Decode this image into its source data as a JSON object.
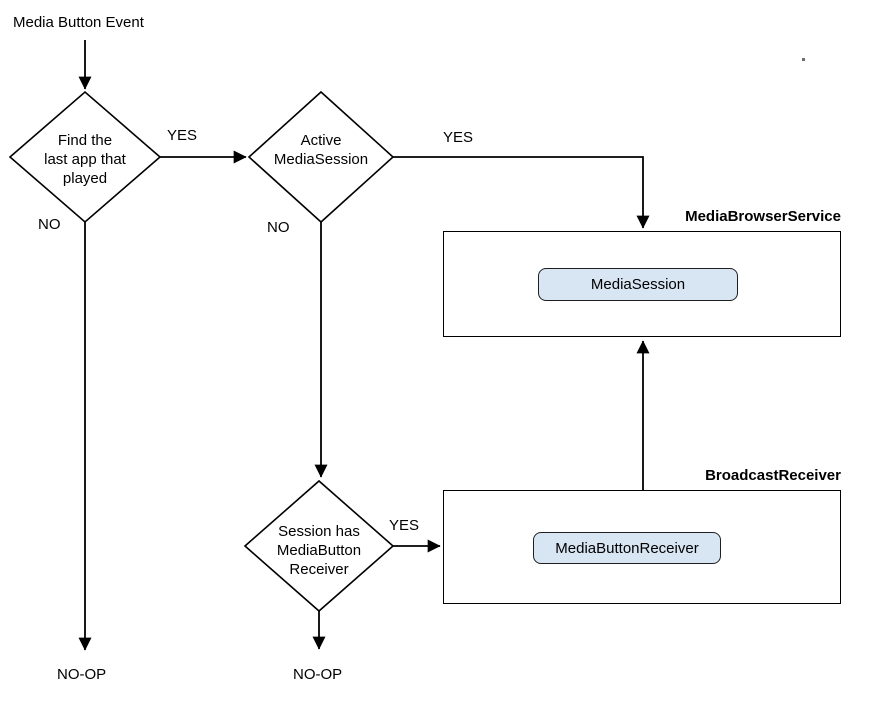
{
  "diagram": {
    "title": "Media Button Event",
    "decisions": {
      "find_last_app": "Find the\nlast app that\nplayed",
      "active_media_session": "Active\nMediaSession",
      "session_has_receiver": "Session has\nMediaButton\nReceiver"
    },
    "containers": {
      "media_browser_service": {
        "title": "MediaBrowserService",
        "node": "MediaSession"
      },
      "broadcast_receiver": {
        "title": "BroadcastReceiver",
        "node": "MediaButtonReceiver"
      }
    },
    "labels": {
      "yes_find": "YES",
      "yes_active": "YES",
      "yes_session": "YES",
      "no_find": "NO",
      "no_active": "NO",
      "noop_left": "NO-OP",
      "noop_middle": "NO-OP"
    },
    "colors": {
      "node_fill": "#d8e5f3",
      "stroke": "#000000",
      "background": "#ffffff"
    }
  }
}
